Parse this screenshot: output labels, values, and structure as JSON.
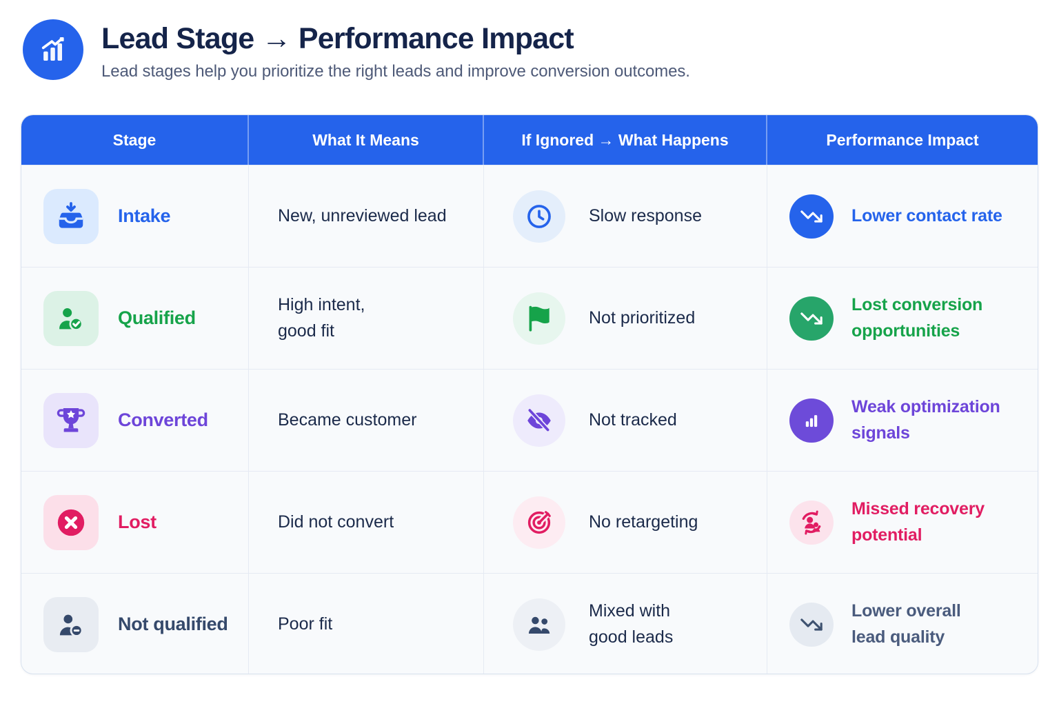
{
  "header": {
    "logo_icon": "trend-bar-chart-icon",
    "title": "Lead Stage → Performance Impact",
    "subtitle": "Lead stages help you prioritize the right leads and improve conversion outcomes."
  },
  "theme": {
    "header_bg": "#2563eb",
    "title_color": "#15244a",
    "row_accents": {
      "intake": "#2563eb",
      "qualified": "#16a34a",
      "converted": "#6d45d9",
      "lost": "#e11d62",
      "not_qualified": "#35496b"
    }
  },
  "table": {
    "columns": [
      "Stage",
      "What It Means",
      "If Ignored → What Happens",
      "Performance Impact"
    ],
    "rows": [
      {
        "stage": {
          "label": "Intake",
          "icon": "inbox-download-icon"
        },
        "meaning": "New, unreviewed lead",
        "ignored": {
          "icon": "clock-icon",
          "text": "Slow response"
        },
        "impact": {
          "icon": "trend-down-icon",
          "text": "Lower contact rate"
        }
      },
      {
        "stage": {
          "label": "Qualified",
          "icon": "user-check-icon"
        },
        "meaning": "High intent,\ngood fit",
        "ignored": {
          "icon": "flag-icon",
          "text": "Not prioritized"
        },
        "impact": {
          "icon": "trend-down-icon",
          "text": "Lost conversion\nopportunities"
        }
      },
      {
        "stage": {
          "label": "Converted",
          "icon": "trophy-icon"
        },
        "meaning": "Became customer",
        "ignored": {
          "icon": "eye-off-icon",
          "text": "Not tracked"
        },
        "impact": {
          "icon": "bar-chart-icon",
          "text": "Weak optimization\nsignals"
        }
      },
      {
        "stage": {
          "label": "Lost",
          "icon": "x-circle-icon"
        },
        "meaning": "Did not convert",
        "ignored": {
          "icon": "target-icon",
          "text": "No retargeting"
        },
        "impact": {
          "icon": "users-refresh-icon",
          "text": "Missed recovery\npotential"
        }
      },
      {
        "stage": {
          "label": "Not qualified",
          "icon": "user-minus-icon"
        },
        "meaning": "Poor fit",
        "ignored": {
          "icon": "users-icon",
          "text": "Mixed with\ngood leads"
        },
        "impact": {
          "icon": "trend-down-icon",
          "text": "Lower overall\nlead quality"
        }
      }
    ]
  }
}
